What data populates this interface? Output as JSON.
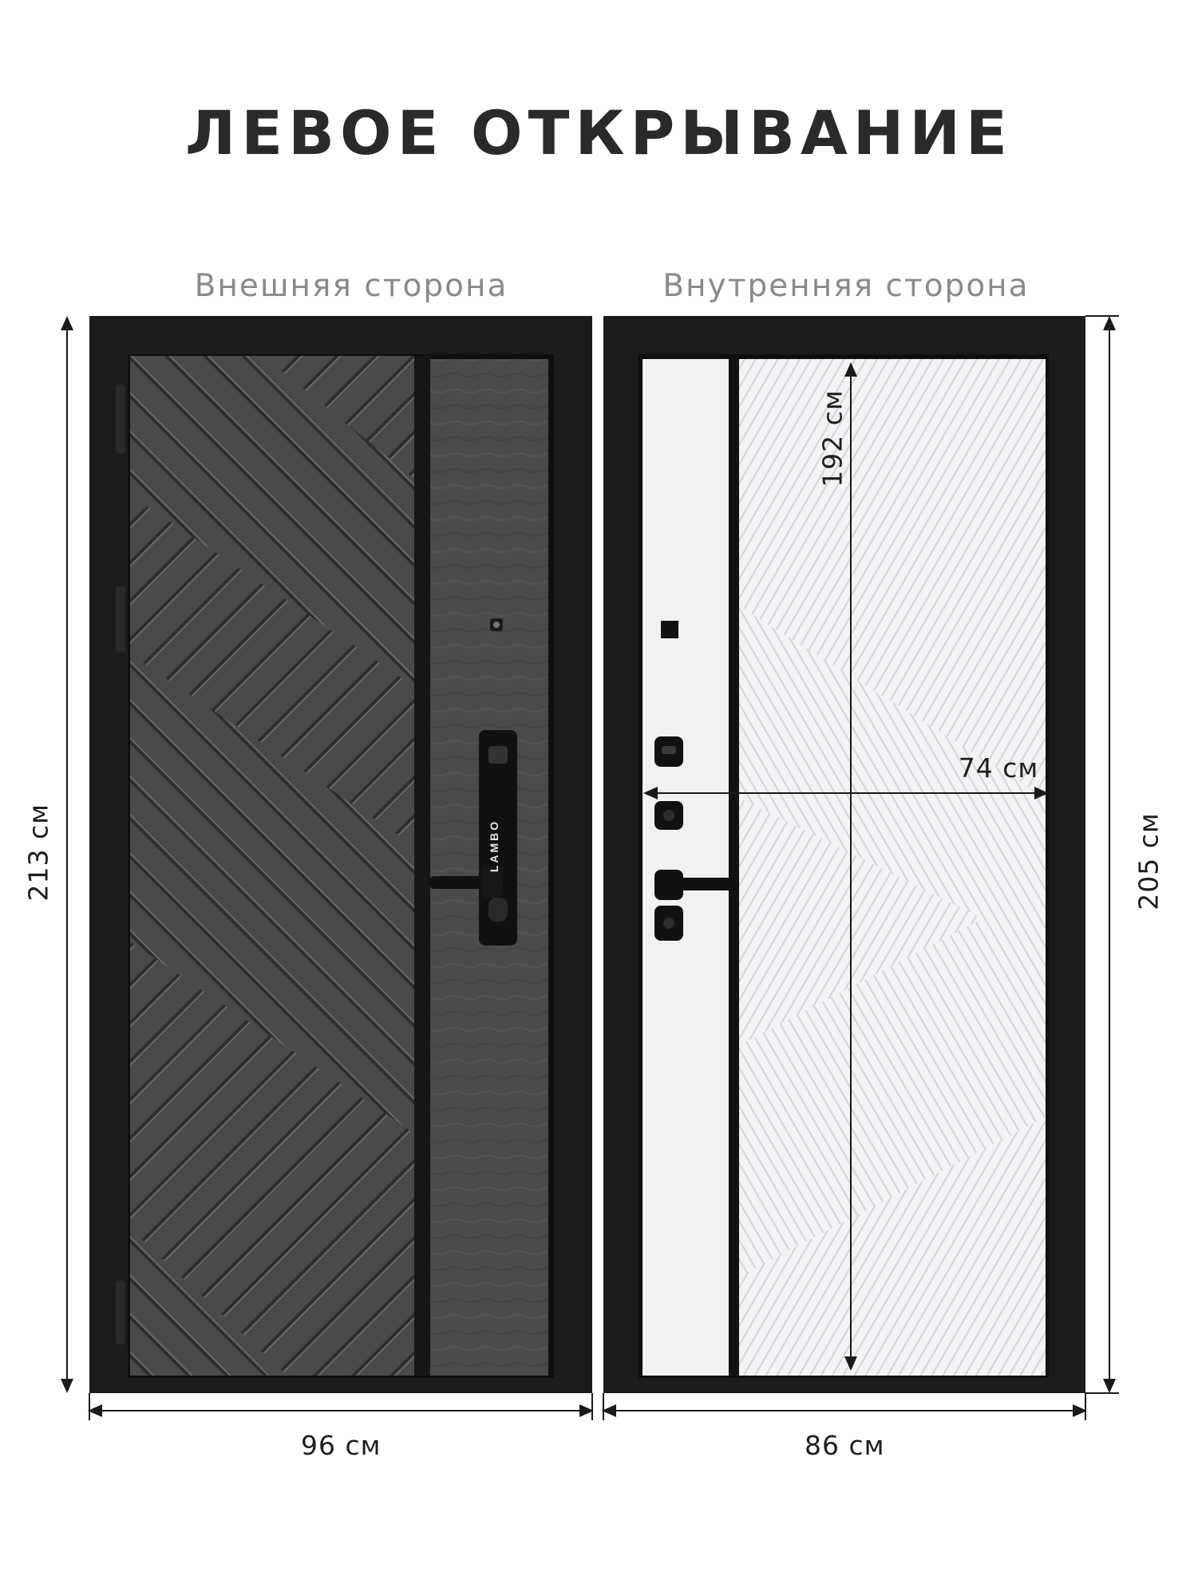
{
  "title": "ЛЕВОЕ ОТКРЫВАНИЕ",
  "outer_side": {
    "caption": "Внешняя сторона",
    "brand": "LAMBO",
    "height": "213 см",
    "width": "96 см"
  },
  "inner_side": {
    "caption": "Внутренняя сторона",
    "height": "205 см",
    "width": "86 см",
    "panel_height": "192 см",
    "panel_width": "74 см"
  },
  "colors": {
    "frame": "#1c1c1c",
    "outer_panel": "#4a4a4c",
    "inner_panel": "#f2f2f4"
  }
}
